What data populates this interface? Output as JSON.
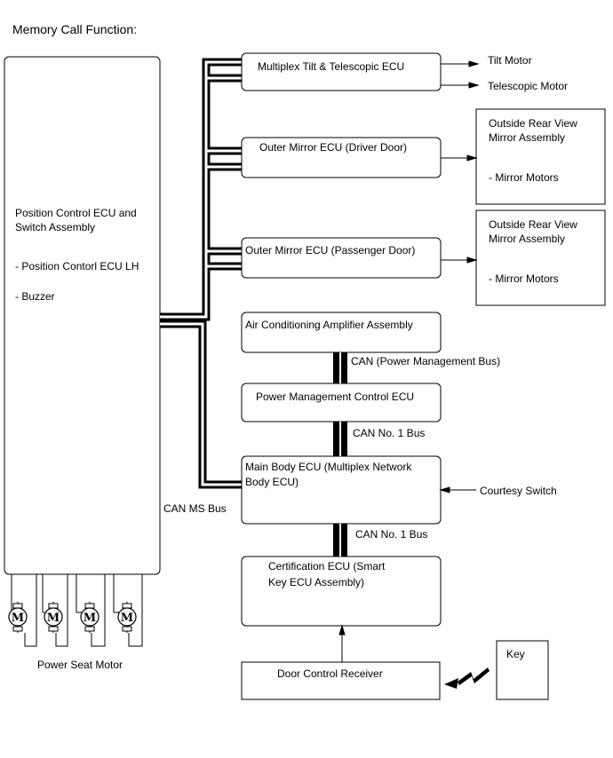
{
  "title": "Memory Call Function:",
  "left_block": {
    "lines": [
      "Position Control ECU and",
      "Switch Assembly",
      "- Position Contorl ECU LH",
      "- Buzzer"
    ]
  },
  "blocks": {
    "tilt_ecu": [
      "Multiplex Tilt & Telescopic ECU"
    ],
    "mirror_driver_ecu": [
      "Outer Mirror ECU (Driver Door)"
    ],
    "mirror_pass_ecu": [
      "Outer Mirror ECU (Passenger Door)"
    ],
    "ac_amp": [
      "Air Conditioning Amplifier Assembly"
    ],
    "power_mgmt": [
      "Power Management Control ECU"
    ],
    "main_body": [
      "Main Body ECU (Multiplex Network",
      "Body ECU)"
    ],
    "cert_ecu": [
      "Certification ECU (Smart",
      "Key ECU Assembly)"
    ],
    "door_rx": [
      "Door Control Receiver"
    ],
    "key": [
      "Key"
    ],
    "mirror_assy_driver": [
      "Outside Rear View",
      "Mirror Assembly",
      "- Mirror Motors"
    ],
    "mirror_assy_pass": [
      "Outside Rear View",
      "Mirror Assembly",
      "- Mirror Motors"
    ]
  },
  "outputs": {
    "tilt_motor": "Tilt Motor",
    "telescopic_motor": "Telescopic Motor",
    "courtesy_switch": "Courtesy Switch"
  },
  "bus_labels": {
    "can_power": "CAN (Power Management Bus)",
    "can_no1_a": "CAN No. 1 Bus",
    "can_no1_b": "CAN No. 1 Bus",
    "can_ms": "CAN MS Bus"
  },
  "motors": {
    "symbol": "M",
    "count": 4,
    "caption": "Power Seat Motor"
  }
}
